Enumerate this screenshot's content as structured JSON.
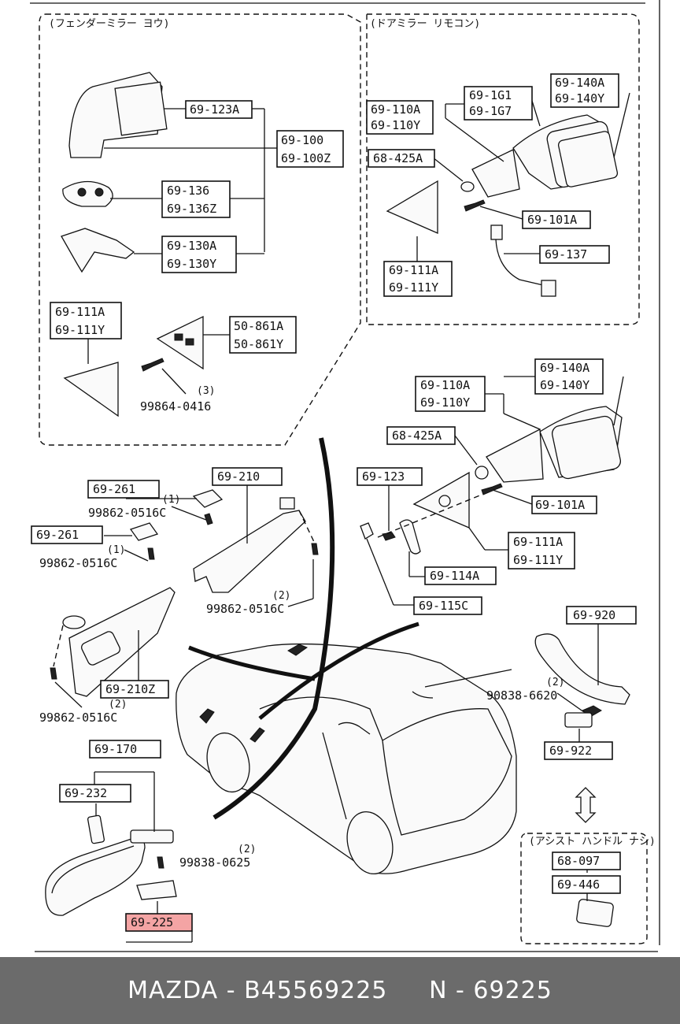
{
  "panels": {
    "fender_mirror": "(フェンダーミラー ヨウ)",
    "door_mirror_remote": "(ドアミラー リモコン)",
    "assist_handle": "(アシスト ハンドル ナシ)"
  },
  "labels": {
    "p69_123A": "69-123A",
    "p69_100": "69-100",
    "p69_100Z": "69-100Z",
    "p69_136": "69-136",
    "p69_136Z": "69-136Z",
    "p69_130A": "69-130A",
    "p69_130Y": "69-130Y",
    "p69_111A_left": "69-111A",
    "p69_111Y_left": "69-111Y",
    "p50_861A": "50-861A",
    "p50_861Y": "50-861Y",
    "qty_3": "(3)",
    "p99864_0416": "99864-0416",
    "p69_110A_r": "69-110A",
    "p69_110Y_r": "69-110Y",
    "p69_1G1": "69-1G1",
    "p69_1G7": "69-1G7",
    "p69_140A_r": "69-140A",
    "p69_140Y_r": "69-140Y",
    "p68_425A_r": "68-425A",
    "p69_101A_r": "69-101A",
    "p69_137": "69-137",
    "p69_111A_r": "69-111A",
    "p69_111Y_r": "69-111Y",
    "p69_140A_m": "69-140A",
    "p69_140Y_m": "69-140Y",
    "p69_110A_m": "69-110A",
    "p69_110Y_m": "69-110Y",
    "p68_425A_m": "68-425A",
    "p69_101A_m": "69-101A",
    "p69_123": "69-123",
    "p69_111A_m": "69-111A",
    "p69_111Y_m": "69-111Y",
    "p69_114A": "69-114A",
    "p69_115C": "69-115C",
    "p69_261_a": "69-261",
    "p69_261_b": "69-261",
    "qty_1_a": "(1)",
    "qty_1_b": "(1)",
    "p99862_a": "99862-0516C",
    "p99862_b": "99862-0516C",
    "p69_210": "69-210",
    "qty_2_a": "(2)",
    "p99862_c": "99862-0516C",
    "p69_210Z": "69-210Z",
    "qty_2_b": "(2)",
    "p99862_d": "99862-0516C",
    "p69_920": "69-920",
    "qty_2_c": "(2)",
    "p90838": "90838-6620",
    "p69_922": "69-922",
    "p69_170": "69-170",
    "p69_232": "69-232",
    "qty_2_d": "(2)",
    "p99838": "99838-0625",
    "p69_225": "69-225",
    "p68_097": "68-097",
    "p69_446": "69-446"
  },
  "highlight_color": "#f4a4a4",
  "footer": {
    "brand": "MAZDA",
    "sep": " - ",
    "part_number": "B45569225",
    "code": "N - 69225"
  }
}
